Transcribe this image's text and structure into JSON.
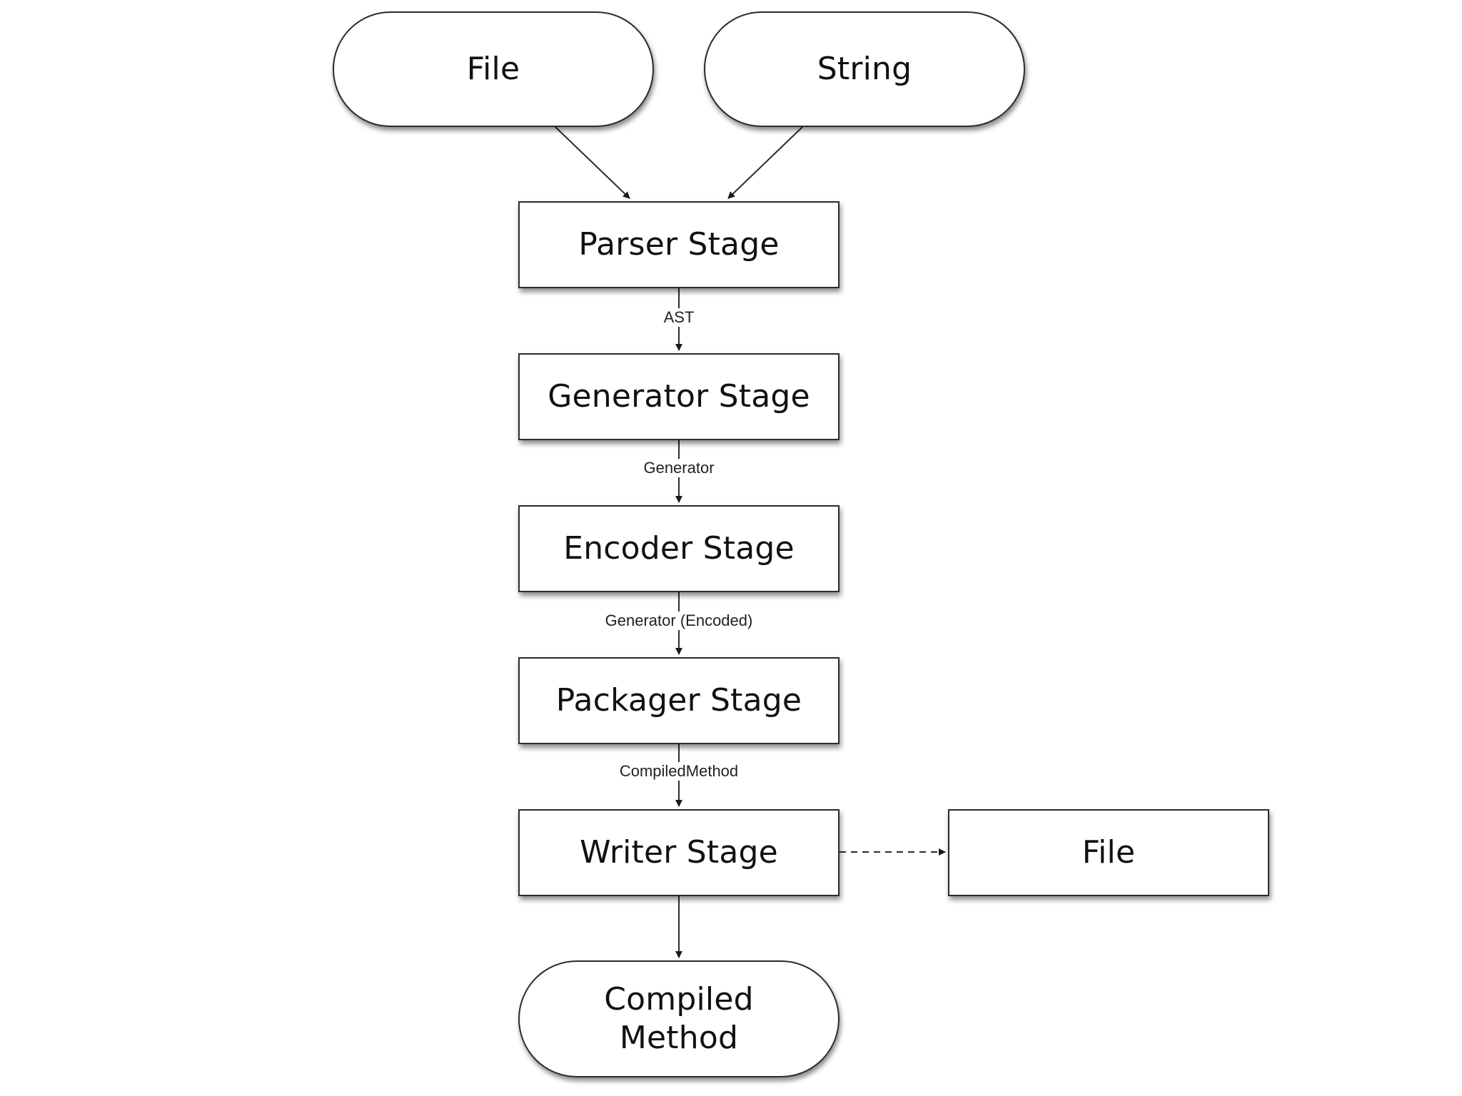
{
  "diagram": {
    "nodes": {
      "file_input": "File",
      "string_input": "String",
      "parser_stage": "Parser Stage",
      "generator_stage": "Generator Stage",
      "encoder_stage": "Encoder Stage",
      "packager_stage": "Packager Stage",
      "writer_stage": "Writer Stage",
      "file_output": "File",
      "compiled_method": "Compiled\nMethod"
    },
    "edge_labels": {
      "parser_to_generator": "AST",
      "generator_to_encoder": "Generator",
      "encoder_to_packager": "Generator (Encoded)",
      "packager_to_writer": "CompiledMethod"
    },
    "edges": [
      {
        "from": "file_input",
        "to": "parser_stage",
        "style": "solid"
      },
      {
        "from": "string_input",
        "to": "parser_stage",
        "style": "solid"
      },
      {
        "from": "parser_stage",
        "to": "generator_stage",
        "style": "solid",
        "label": "AST"
      },
      {
        "from": "generator_stage",
        "to": "encoder_stage",
        "style": "solid",
        "label": "Generator"
      },
      {
        "from": "encoder_stage",
        "to": "packager_stage",
        "style": "solid",
        "label": "Generator (Encoded)"
      },
      {
        "from": "packager_stage",
        "to": "writer_stage",
        "style": "solid",
        "label": "CompiledMethod"
      },
      {
        "from": "writer_stage",
        "to": "file_output",
        "style": "dashed"
      },
      {
        "from": "writer_stage",
        "to": "compiled_method",
        "style": "solid"
      }
    ],
    "colors": {
      "line": "#2b2b2b",
      "background": "#ffffff",
      "node_fill": "#ffffff"
    }
  }
}
